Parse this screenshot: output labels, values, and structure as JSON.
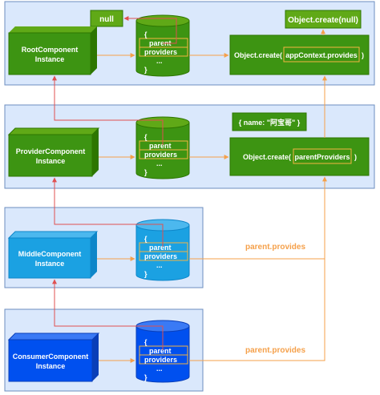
{
  "labels": {
    "null_box": "null",
    "object_create_null": "Object.create(null)",
    "root_component": [
      "RootComponent",
      "Instance"
    ],
    "provider_component": [
      "ProviderComponent",
      "Instance"
    ],
    "middle_component": [
      "MiddleComponent",
      "Instance"
    ],
    "consumer_component": [
      "ConsumerComponent",
      "Instance"
    ],
    "object_create_prefix": "Object.create(",
    "app_context_provides": "appContext.provides",
    "parent_provides_ref": "parentProviders",
    "close_paren": ")",
    "name_object": "{ name: \"阿宝哥\" }",
    "parent_provides_label": "parent.provides"
  },
  "cylinder_text": {
    "open_brace": "{",
    "parent": "parent",
    "providers": "providers",
    "ellipsis": "...",
    "close_brace": "}"
  },
  "colors": {
    "panel_fill": "#dae8fc",
    "panel_stroke": "#6c8ebf",
    "green_dark": "#2d7600",
    "green_main": "#3d9412",
    "green_light": "#60a917",
    "blue_light": "#1ba1e2",
    "blue_mid": "#0e86c9",
    "blue_dark": "#0050ef",
    "blue_deep": "#0a3fb8",
    "orange_arrow": "#f5a04a",
    "red_arrow": "#e05050",
    "highlight_box": "#f5b342"
  }
}
